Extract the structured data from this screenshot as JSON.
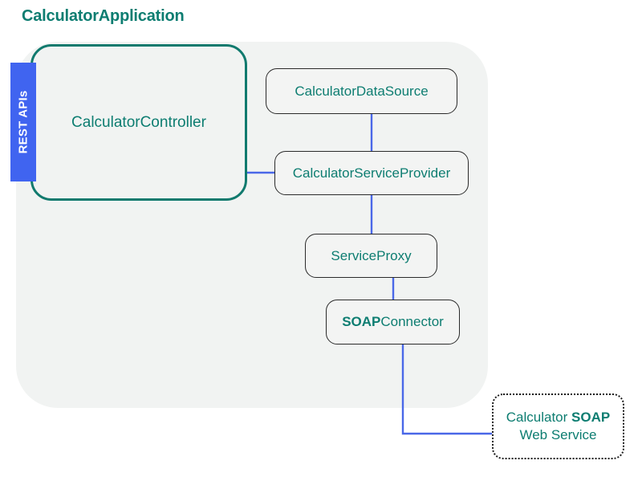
{
  "title": "CalculatorApplication",
  "colors": {
    "teal_text": "#0d7d71",
    "teal_border": "#117a6e",
    "blue_badge": "#4064f0",
    "blue_connector": "#4a68e8",
    "container_bg": "#f1f3f2",
    "node_bg": "#f3f4f3",
    "node_border": "#2b2b2b",
    "page_bg": "#ffffff"
  },
  "badge": {
    "label": "REST APIs"
  },
  "nodes": {
    "controller": {
      "label": "CalculatorController"
    },
    "datasource": {
      "label": "CalculatorDataSource"
    },
    "serviceprovider": {
      "label": "CalculatorServiceProvider"
    },
    "serviceproxy": {
      "label": "ServiceProxy"
    },
    "soapconnector": {
      "label_bold": "SOAP",
      "label_rest": "Connector"
    },
    "webservice": {
      "line1_prefix": "Calculator ",
      "line1_bold": "SOAP",
      "line2": "Web Service"
    }
  }
}
